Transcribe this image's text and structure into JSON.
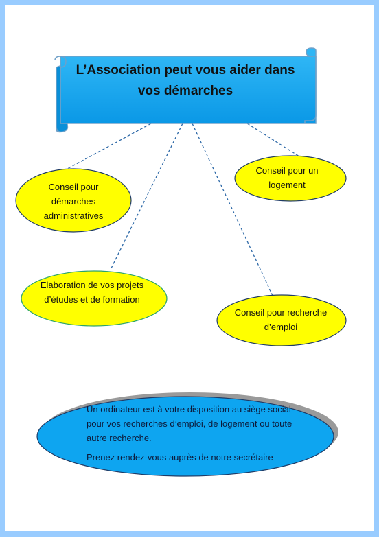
{
  "banner": {
    "title": "L’Association peut vous aider dans vos démarches"
  },
  "nodes": {
    "administratives": "Conseil pour démarches administratives",
    "logement": "Conseil pour un logement",
    "etudes": "Elaboration de vos projets d’études et de formation",
    "emploi": "Conseil pour recherche d’emploi"
  },
  "info": {
    "line": "Un ordinateur est à votre disposition au siège social pour vos recherches d’emploi, de logement ou toute autre recherche.",
    "note": "Prenez rendez-vous auprès de notre secrétaire"
  },
  "colors": {
    "page_border": "#99ccff",
    "banner_fill": "#0ea5f0",
    "node_fill": "#ffff00",
    "info_fill": "#0ea5f0",
    "connector": "#2f6aa8"
  }
}
